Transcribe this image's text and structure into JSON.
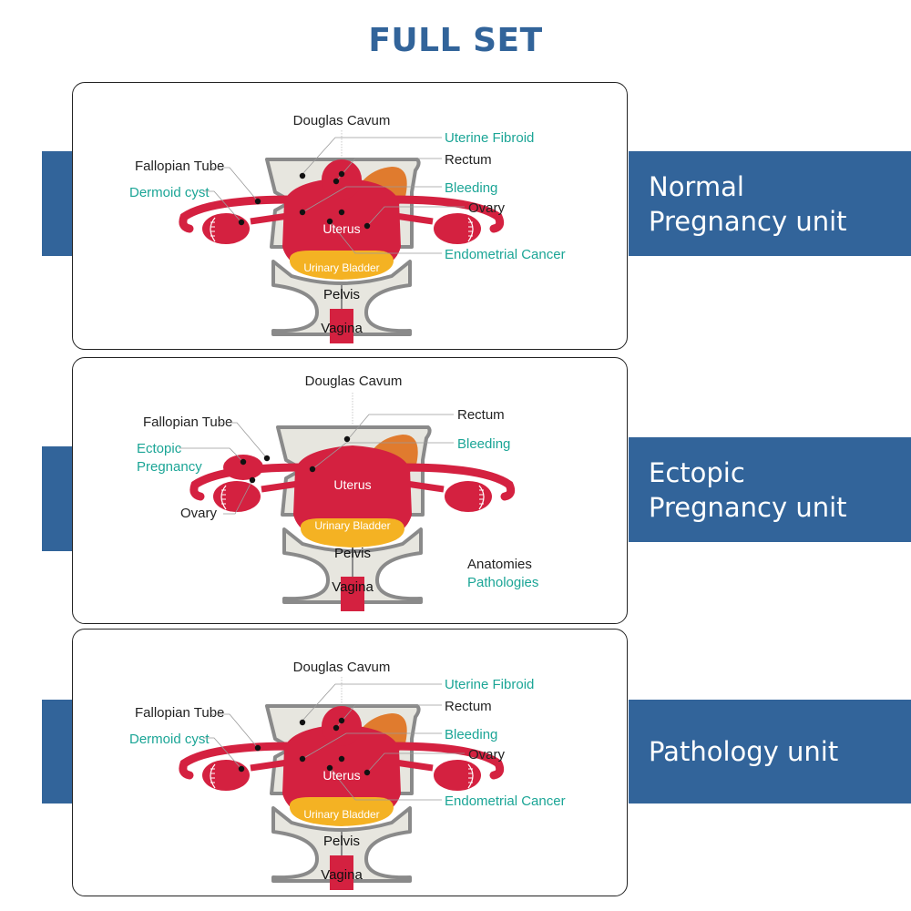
{
  "title": "FULL SET",
  "colors": {
    "brand": "#32649a",
    "anatomy_text": "#222222",
    "pathology_text": "#1ba596",
    "uterus_red": "#d42140",
    "rectum_orange": "#e07b2e",
    "bladder_yellow": "#f4b223",
    "pelvis_fill": "#e7e6df",
    "pelvis_stroke": "#8a8a8a"
  },
  "units": [
    {
      "banner_lines": [
        "Normal",
        "Pregnancy unit"
      ],
      "variant": "normal",
      "labels": {
        "douglas_cavum": "Douglas Cavum",
        "fallopian_tube": "Fallopian Tube",
        "left_pathology": "Dermoid cyst",
        "uterine_fibroid": "Uterine Fibroid",
        "rectum": "Rectum",
        "bleeding": "Bleeding",
        "ovary": "Ovary",
        "endometrial_cancer": "Endometrial Cancer",
        "uterus": "Uterus",
        "urinary_bladder": "Urinary Bladder",
        "pelvis": "Pelvis",
        "vagina": "Vagina"
      }
    },
    {
      "banner_lines": [
        "Ectopic",
        "Pregnancy unit"
      ],
      "variant": "ectopic",
      "labels": {
        "douglas_cavum": "Douglas Cavum",
        "fallopian_tube": "Fallopian Tube",
        "ectopic_line1": "Ectopic",
        "ectopic_line2": "Pregnancy",
        "rectum": "Rectum",
        "bleeding": "Bleeding",
        "ovary": "Ovary",
        "uterus": "Uterus",
        "urinary_bladder": "Urinary Bladder",
        "pelvis": "Pelvis",
        "vagina": "Vagina",
        "legend_anatomies": "Anatomies",
        "legend_pathologies": "Pathologies"
      }
    },
    {
      "banner_lines": [
        "Pathology unit"
      ],
      "variant": "normal",
      "labels": {
        "douglas_cavum": "Douglas Cavum",
        "fallopian_tube": "Fallopian Tube",
        "left_pathology": "Dermoid cyst",
        "uterine_fibroid": "Uterine Fibroid",
        "rectum": "Rectum",
        "bleeding": "Bleeding",
        "ovary": "Ovary",
        "endometrial_cancer": "Endometrial Cancer",
        "uterus": "Uterus",
        "urinary_bladder": "Urinary Bladder",
        "pelvis": "Pelvis",
        "vagina": "Vagina"
      }
    }
  ]
}
